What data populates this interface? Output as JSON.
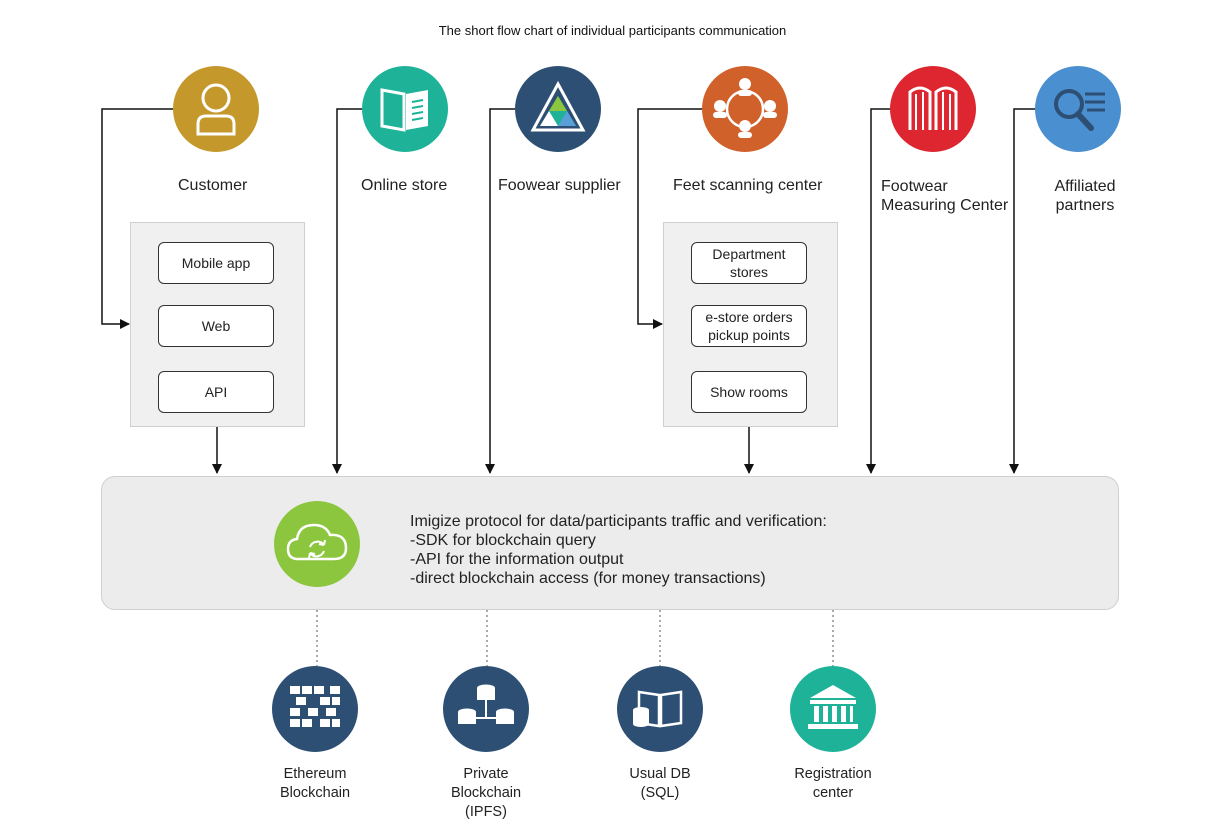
{
  "title": "The short flow chart of individual participants communication",
  "participants": {
    "customer": {
      "label": "Customer",
      "color": "#c5982b",
      "icon": "person-icon"
    },
    "online_store": {
      "label": "Online store",
      "color": "#1eb398",
      "icon": "book-icon"
    },
    "supplier": {
      "label": "Foowear supplier",
      "color": "#2e4f74",
      "icon": "triangle-mosaic-icon"
    },
    "scanning": {
      "label": "Feet scanning center",
      "color": "#d0612a",
      "icon": "network-people-icon"
    },
    "measuring": {
      "label": "Footwear Measuring Center",
      "color": "#dd2630",
      "icon": "gate-icon"
    },
    "partners": {
      "label": "Affiliated partners",
      "color": "#4a8fd0",
      "icon": "magnifier-list-icon"
    }
  },
  "customer_channels": [
    "Mobile app",
    "Web",
    "API"
  ],
  "scanning_channels": [
    "Department stores",
    "e-store orders pickup points",
    "Show rooms"
  ],
  "protocol": {
    "icon_color": "#8cc63f",
    "heading": "Imigize protocol for data/participants traffic and verification:",
    "lines": [
      "-SDK for blockchain query",
      "-API for the information output",
      "-direct blockchain access (for money transactions)"
    ]
  },
  "backends": {
    "ethereum": {
      "label": "Ethereum Blockchain",
      "color": "#2e4f74",
      "icon": "blocks-icon"
    },
    "private": {
      "label": "Private Blockchain (IPFS)",
      "color": "#2e4f74",
      "icon": "database-network-icon"
    },
    "usual_db": {
      "label": "Usual DB (SQL)",
      "color": "#2e4f74",
      "icon": "database-book-icon"
    },
    "registration": {
      "label": "Registration center",
      "color": "#1eb398",
      "icon": "institution-icon"
    }
  }
}
